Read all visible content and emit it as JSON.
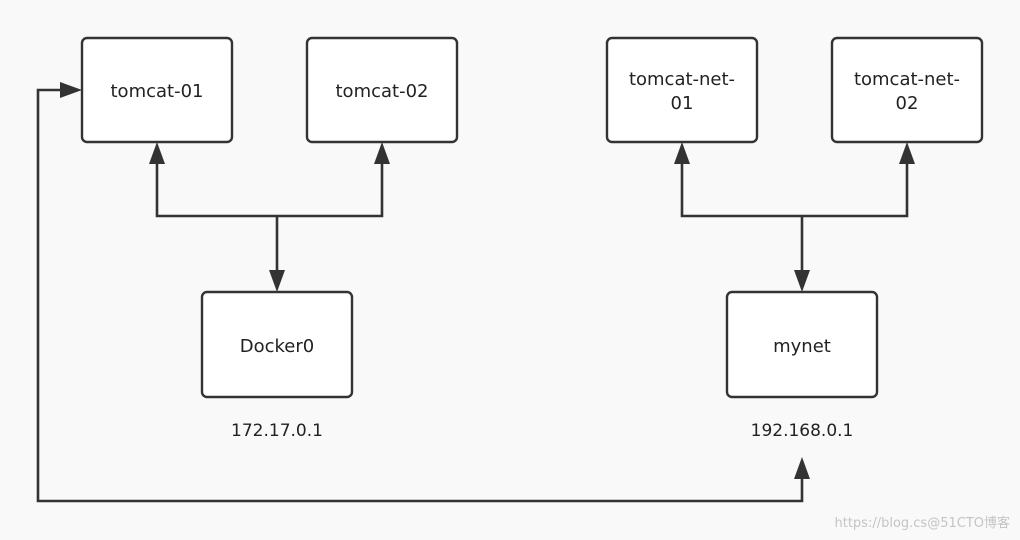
{
  "nodes": {
    "tomcat01": "tomcat-01",
    "tomcat02": "tomcat-02",
    "tomcatNet01": [
      "tomcat-net-",
      "01"
    ],
    "tomcatNet02": [
      "tomcat-net-",
      "02"
    ],
    "docker0": "Docker0",
    "mynet": "mynet"
  },
  "ip_labels": {
    "docker0": "172.17.0.1",
    "mynet": "192.168.0.1"
  },
  "watermark": "https://blog.cs@51CTO博客",
  "colors": {
    "background": "#f9f9f9",
    "stroke": "#333333",
    "box_fill": "#ffffff"
  }
}
